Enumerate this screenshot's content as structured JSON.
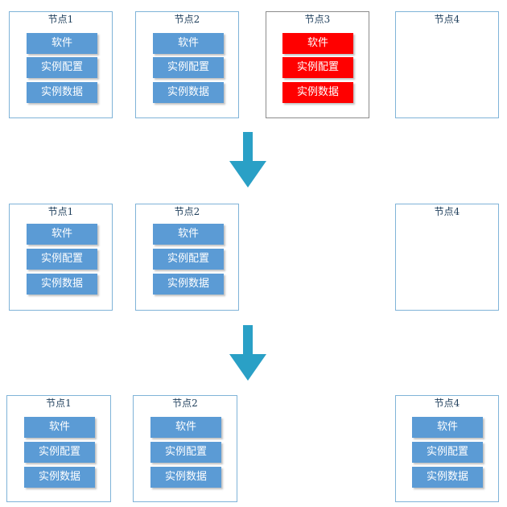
{
  "colors": {
    "node_border": "#7fb3d8",
    "failed_border": "#8c8c8c",
    "block_normal": "#5b9bd5",
    "block_failed": "#ff0000",
    "arrow": "#2aa0c6"
  },
  "blocks": {
    "software": "软件",
    "instance_config": "实例配置",
    "instance_data": "实例数据"
  },
  "stages": [
    {
      "nodes": [
        {
          "title": "节点1",
          "state": "normal",
          "has_blocks": true
        },
        {
          "title": "节点2",
          "state": "normal",
          "has_blocks": true
        },
        {
          "title": "节点3",
          "state": "failed",
          "has_blocks": true
        },
        {
          "title": "节点4",
          "state": "normal",
          "has_blocks": false
        }
      ]
    },
    {
      "nodes": [
        {
          "title": "节点1",
          "state": "normal",
          "has_blocks": true
        },
        {
          "title": "节点2",
          "state": "normal",
          "has_blocks": true
        },
        {
          "title": "节点4",
          "state": "normal",
          "has_blocks": false
        }
      ]
    },
    {
      "nodes": [
        {
          "title": "节点1",
          "state": "normal",
          "has_blocks": true
        },
        {
          "title": "节点2",
          "state": "normal",
          "has_blocks": true
        },
        {
          "title": "节点4",
          "state": "normal",
          "has_blocks": true
        }
      ]
    }
  ]
}
